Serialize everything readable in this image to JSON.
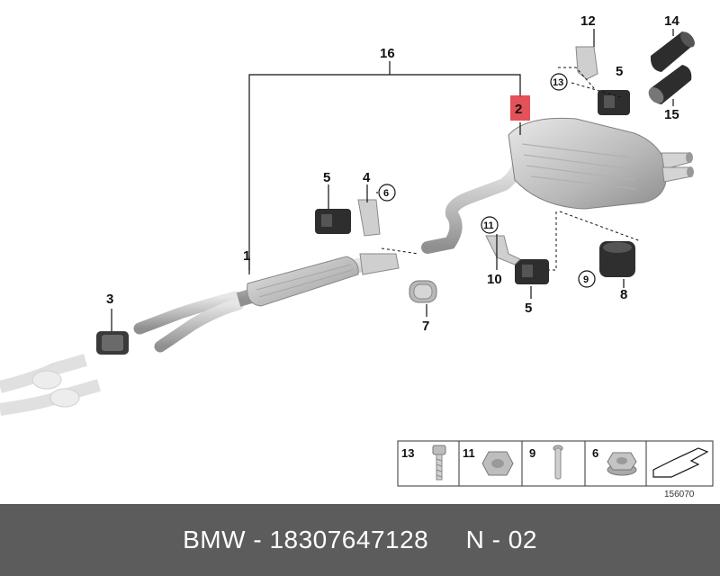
{
  "diagram": {
    "labels": [
      "1",
      "2",
      "3",
      "4",
      "5",
      "5",
      "5",
      "6",
      "7",
      "8",
      "9",
      "10",
      "11",
      "12",
      "13",
      "14",
      "15",
      "16"
    ],
    "highlight_label": "2",
    "highlight_color": "#e0323c",
    "reference_number": "156070",
    "legend": [
      {
        "num": "13",
        "icon": "bolt-icon"
      },
      {
        "num": "11",
        "icon": "nut-icon"
      },
      {
        "num": "9",
        "icon": "pin-icon"
      },
      {
        "num": "6",
        "icon": "flange-nut-icon"
      },
      {
        "num": "",
        "icon": "arrow-box-icon"
      }
    ]
  },
  "footer": {
    "brand": "BMW",
    "sep1": " - ",
    "part_number": "18307647128",
    "gap": "     ",
    "code": "N - 02"
  },
  "colors": {
    "footer_bg": "#5c5c5c",
    "part_fill": "#c9c9c9",
    "part_stroke": "#8a8a8a",
    "rubber": "#333333"
  }
}
